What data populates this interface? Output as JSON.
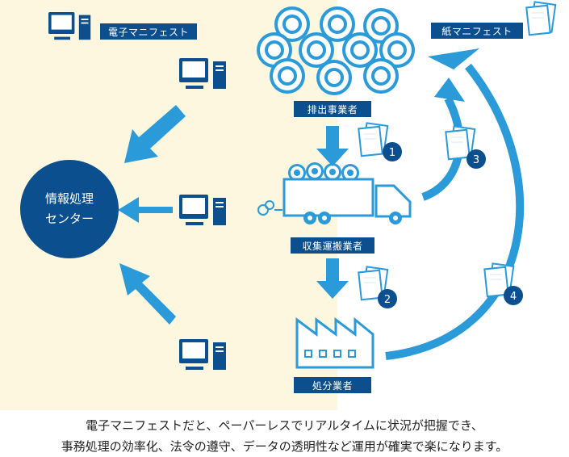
{
  "labels": {
    "e_manifest": "電子マニフェスト",
    "paper_manifest": "紙マニフェスト",
    "discharger": "排出事業者",
    "collector": "収集運搬業者",
    "disposer": "処分業者"
  },
  "center": {
    "line1": "情報処理",
    "line2": "センター"
  },
  "steps": [
    "1",
    "2",
    "3",
    "4"
  ],
  "caption": {
    "line1": "電子マニフェストだと、ペーパーレスでリアルタイムに状況が把握でき、",
    "line2": "事務処理の効率化、法令の遵守、データの透明性など運用が確実で楽になります。"
  },
  "colors": {
    "navy": "#0b4f8e",
    "blue": "#2b9ad8",
    "cream": "#fcf7de"
  }
}
